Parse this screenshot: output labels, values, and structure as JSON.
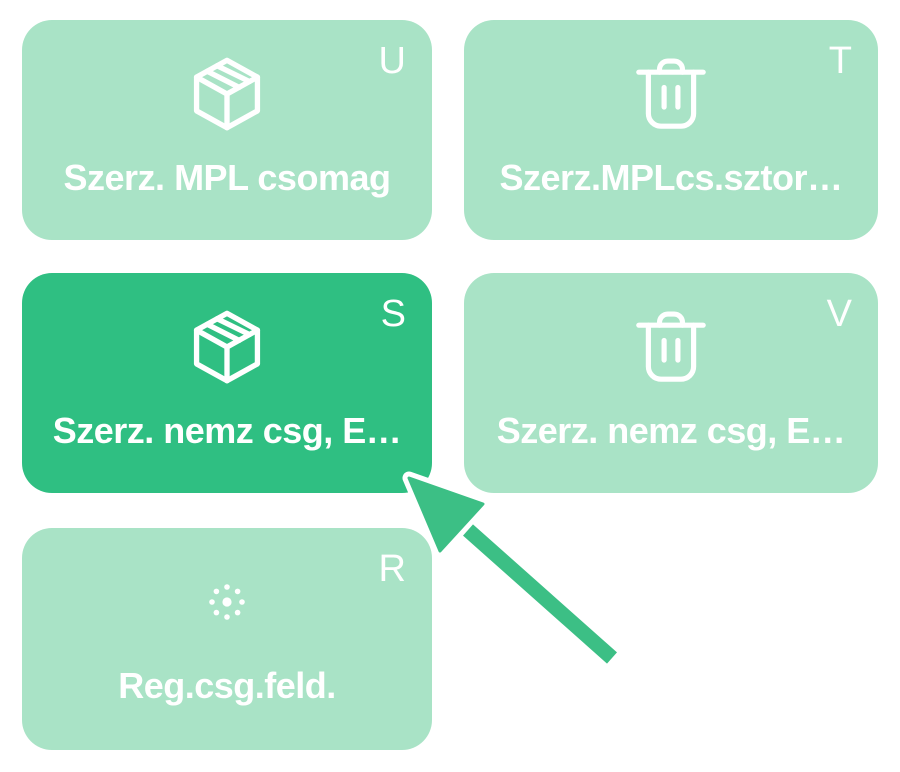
{
  "colors": {
    "background": "#ffffff",
    "tile_mint": "#a9e3c6",
    "tile_selected": "#2fbf82",
    "tile_foreground": "#ffffff",
    "arrow_green": "#3cbf85"
  },
  "tiles": [
    {
      "letter": "U",
      "label": "Szerz. MPL csomag",
      "icon": "package-icon",
      "selected": false
    },
    {
      "letter": "T",
      "label": "Szerz.MPLcs.sztor…",
      "icon": "trash-icon",
      "selected": false
    },
    {
      "letter": "S",
      "label": "Szerz. nemz csg, E…",
      "icon": "package-icon",
      "selected": true
    },
    {
      "letter": "V",
      "label": "Szerz. nemz csg, E…",
      "icon": "trash-icon",
      "selected": false
    },
    {
      "letter": "R",
      "label": "Reg.csg.feld.",
      "icon": "spinner-dots-icon",
      "selected": false
    }
  ],
  "annotation": {
    "arrow_points_to": "tile-szerz-nemz-csg-selected",
    "arrow_color": "#3cbf85"
  }
}
